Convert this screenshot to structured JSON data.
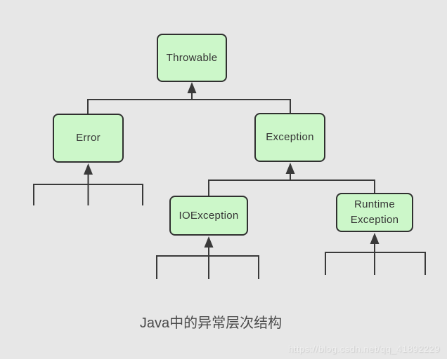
{
  "theme": {
    "bg": "#e7e7e7",
    "box-fill": "#ccf7c9",
    "box-border": "#303030",
    "line": "#3a3a3a",
    "text": "#353535",
    "caption-color": "#4a4a4a",
    "watermark-color": "#efefef"
  },
  "diagram": {
    "nodes": [
      {
        "id": "throwable",
        "label": "Throwable"
      },
      {
        "id": "error",
        "label": "Error"
      },
      {
        "id": "exception",
        "label": "Exception"
      },
      {
        "id": "ioexception",
        "label": "IOException"
      },
      {
        "id": "runtime_exception",
        "label": "Runtime Exception"
      }
    ],
    "caption": "Java中的异常层次结构",
    "watermark": "https://blog.csdn.net/qq_41892229"
  }
}
